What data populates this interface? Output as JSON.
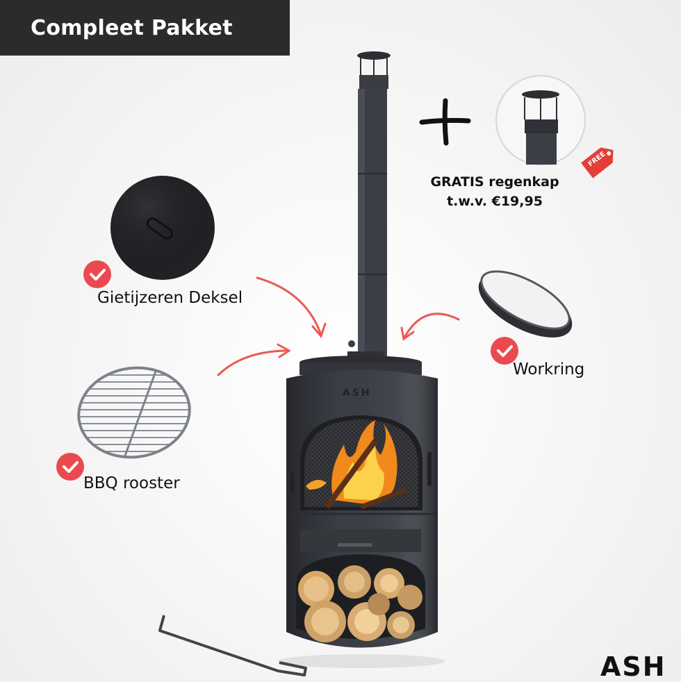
{
  "header": {
    "title": "Compleet Pakket"
  },
  "features": {
    "lid": "Gietijzeren Deksel",
    "ring": "Workring",
    "grill": "BBQ rooster"
  },
  "bonus": {
    "line1": "GRATIS regenkap",
    "line2": "t.w.v. €19,95",
    "tag": "FREE"
  },
  "brand": {
    "logo": "ASH",
    "stove_badge": "ASH"
  },
  "colors": {
    "accent": "#ea4a4f",
    "banner": "#2b2b2b",
    "metal": "#3b3e45"
  },
  "icons": [
    "plus-icon",
    "check-icon",
    "arrow-icon",
    "free-tag-icon"
  ]
}
